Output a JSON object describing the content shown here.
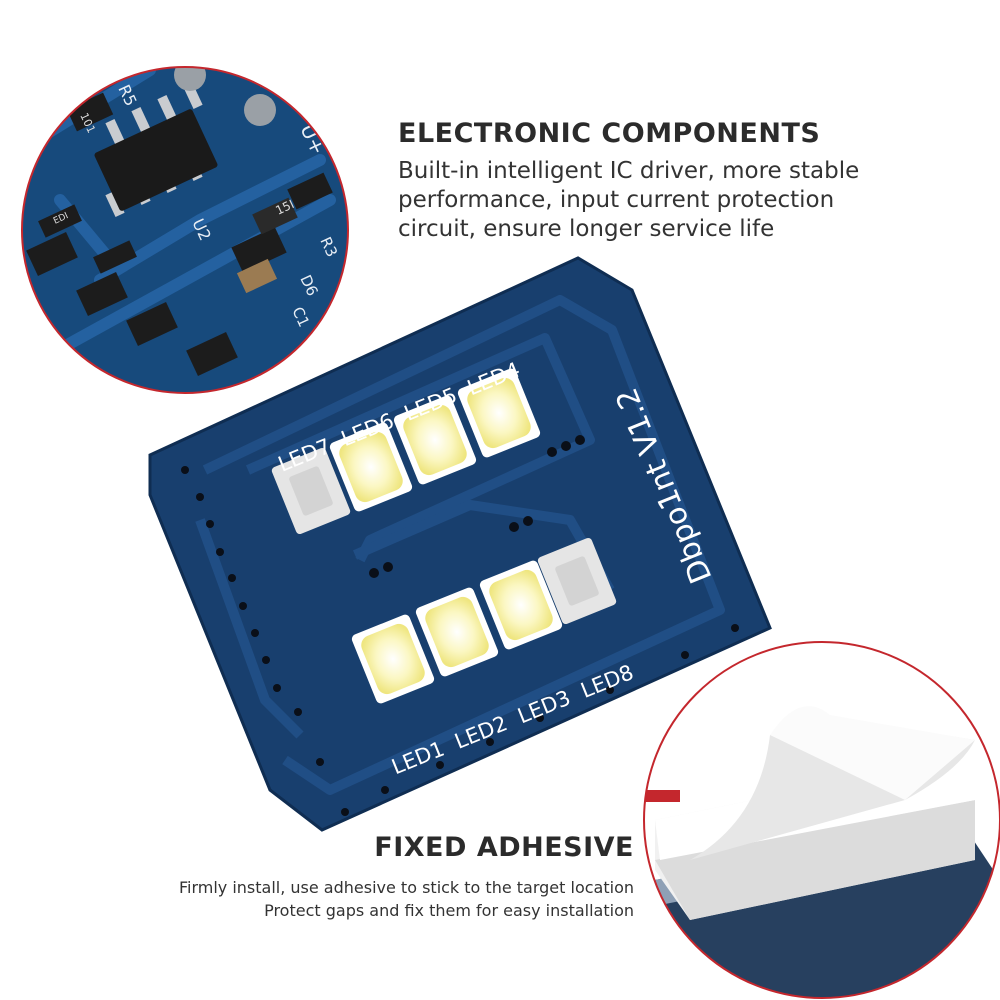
{
  "sections": {
    "electronic": {
      "title": "ELECTRONIC COMPONENTS",
      "lines": [
        "Built-in intelligent IC driver, more stable",
        "performance, input current protection",
        "circuit, ensure longer service life"
      ]
    },
    "adhesive": {
      "title": "FIXED ADHESIVE",
      "lines": [
        "Firmly install, use adhesive to stick to the target location",
        "Protect gaps and fix them for easy installation"
      ]
    }
  },
  "board": {
    "version": "Dbpo1nt  V1.2",
    "leds_top": [
      "LED7",
      "LED6",
      "LED5",
      "LED4"
    ],
    "leds_bottom": [
      "LED1",
      "LED2",
      "LED3",
      "LED8"
    ],
    "silk_labels": [
      "R5",
      "U2",
      "R3",
      "D6",
      "C1",
      "U+",
      "15I",
      "101",
      "EDI"
    ],
    "colors": {
      "board": "#183f6e",
      "trace": "#1d4a80",
      "led_on": "#f7f19a",
      "led_off": "#e5e5e5",
      "frame": "#c4272d"
    }
  }
}
